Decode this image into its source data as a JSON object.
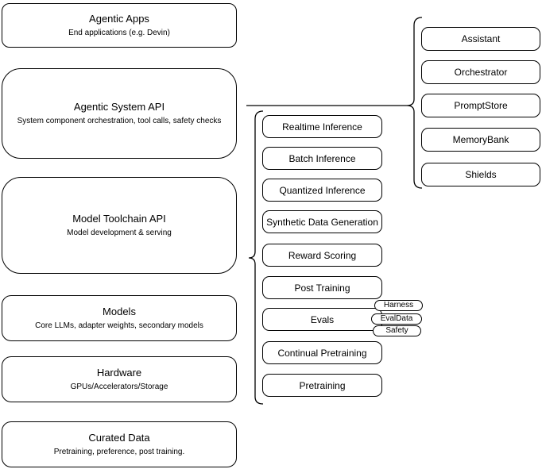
{
  "diagram": {
    "left_stack": [
      {
        "title": "Agentic Apps",
        "subtitle": "End applications (e.g. Devin)"
      },
      {
        "title": "Agentic System API",
        "subtitle": "System component orchestration, tool calls, safety checks"
      },
      {
        "title": "Model Toolchain API",
        "subtitle": "Model development & serving"
      },
      {
        "title": "Models",
        "subtitle": "Core LLMs, adapter weights, secondary models"
      },
      {
        "title": "Hardware",
        "subtitle": "GPUs/Accelerators/Storage"
      },
      {
        "title": "Curated Data",
        "subtitle": "Pretraining, preference, post training."
      }
    ],
    "toolchain_items": [
      "Realtime Inference",
      "Batch Inference",
      "Quantized Inference",
      "Synthetic Data Generation",
      "Reward Scoring",
      "Post Training",
      "Evals",
      "Continual Pretraining",
      "Pretraining"
    ],
    "evals_tags": [
      "Harness",
      "EvalData",
      "Safety"
    ],
    "system_components": [
      "Assistant",
      "Orchestrator",
      "PromptStore",
      "MemoryBank",
      "Shields"
    ],
    "colors": {
      "stroke": "#000000",
      "background": "#ffffff"
    }
  }
}
